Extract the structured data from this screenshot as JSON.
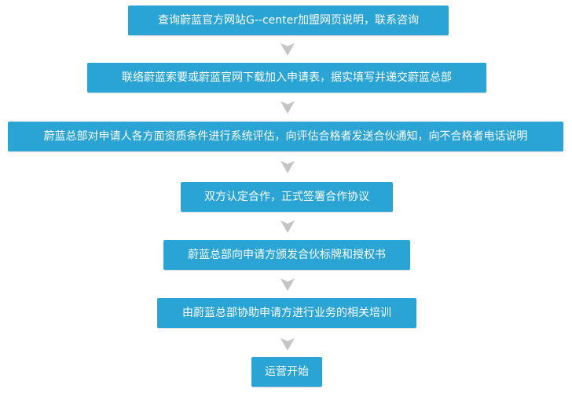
{
  "steps": [
    {
      "label": "查询蔚蓝官方网站G--center加盟网页说明，联系咨询"
    },
    {
      "label": "联络蔚蓝索要或蔚蓝官网下载加入申请表，据实填写并递交蔚蓝总部"
    },
    {
      "label": "蔚蓝总部对申请人各方面资质条件进行系统评估，向评估合格者发送合伙通知，向不合格者电话说明"
    },
    {
      "label": "双方认定合作，正式签署合作协议"
    },
    {
      "label": "蔚蓝总部向申请方颁发合伙标牌和授权书"
    },
    {
      "label": "由蔚蓝总部协助申请方进行业务的相关培训"
    },
    {
      "label": "运营开始"
    }
  ],
  "colors": {
    "box": "#2aa4d4",
    "arrow": "#c4c4c4",
    "text": "#ffffff"
  }
}
